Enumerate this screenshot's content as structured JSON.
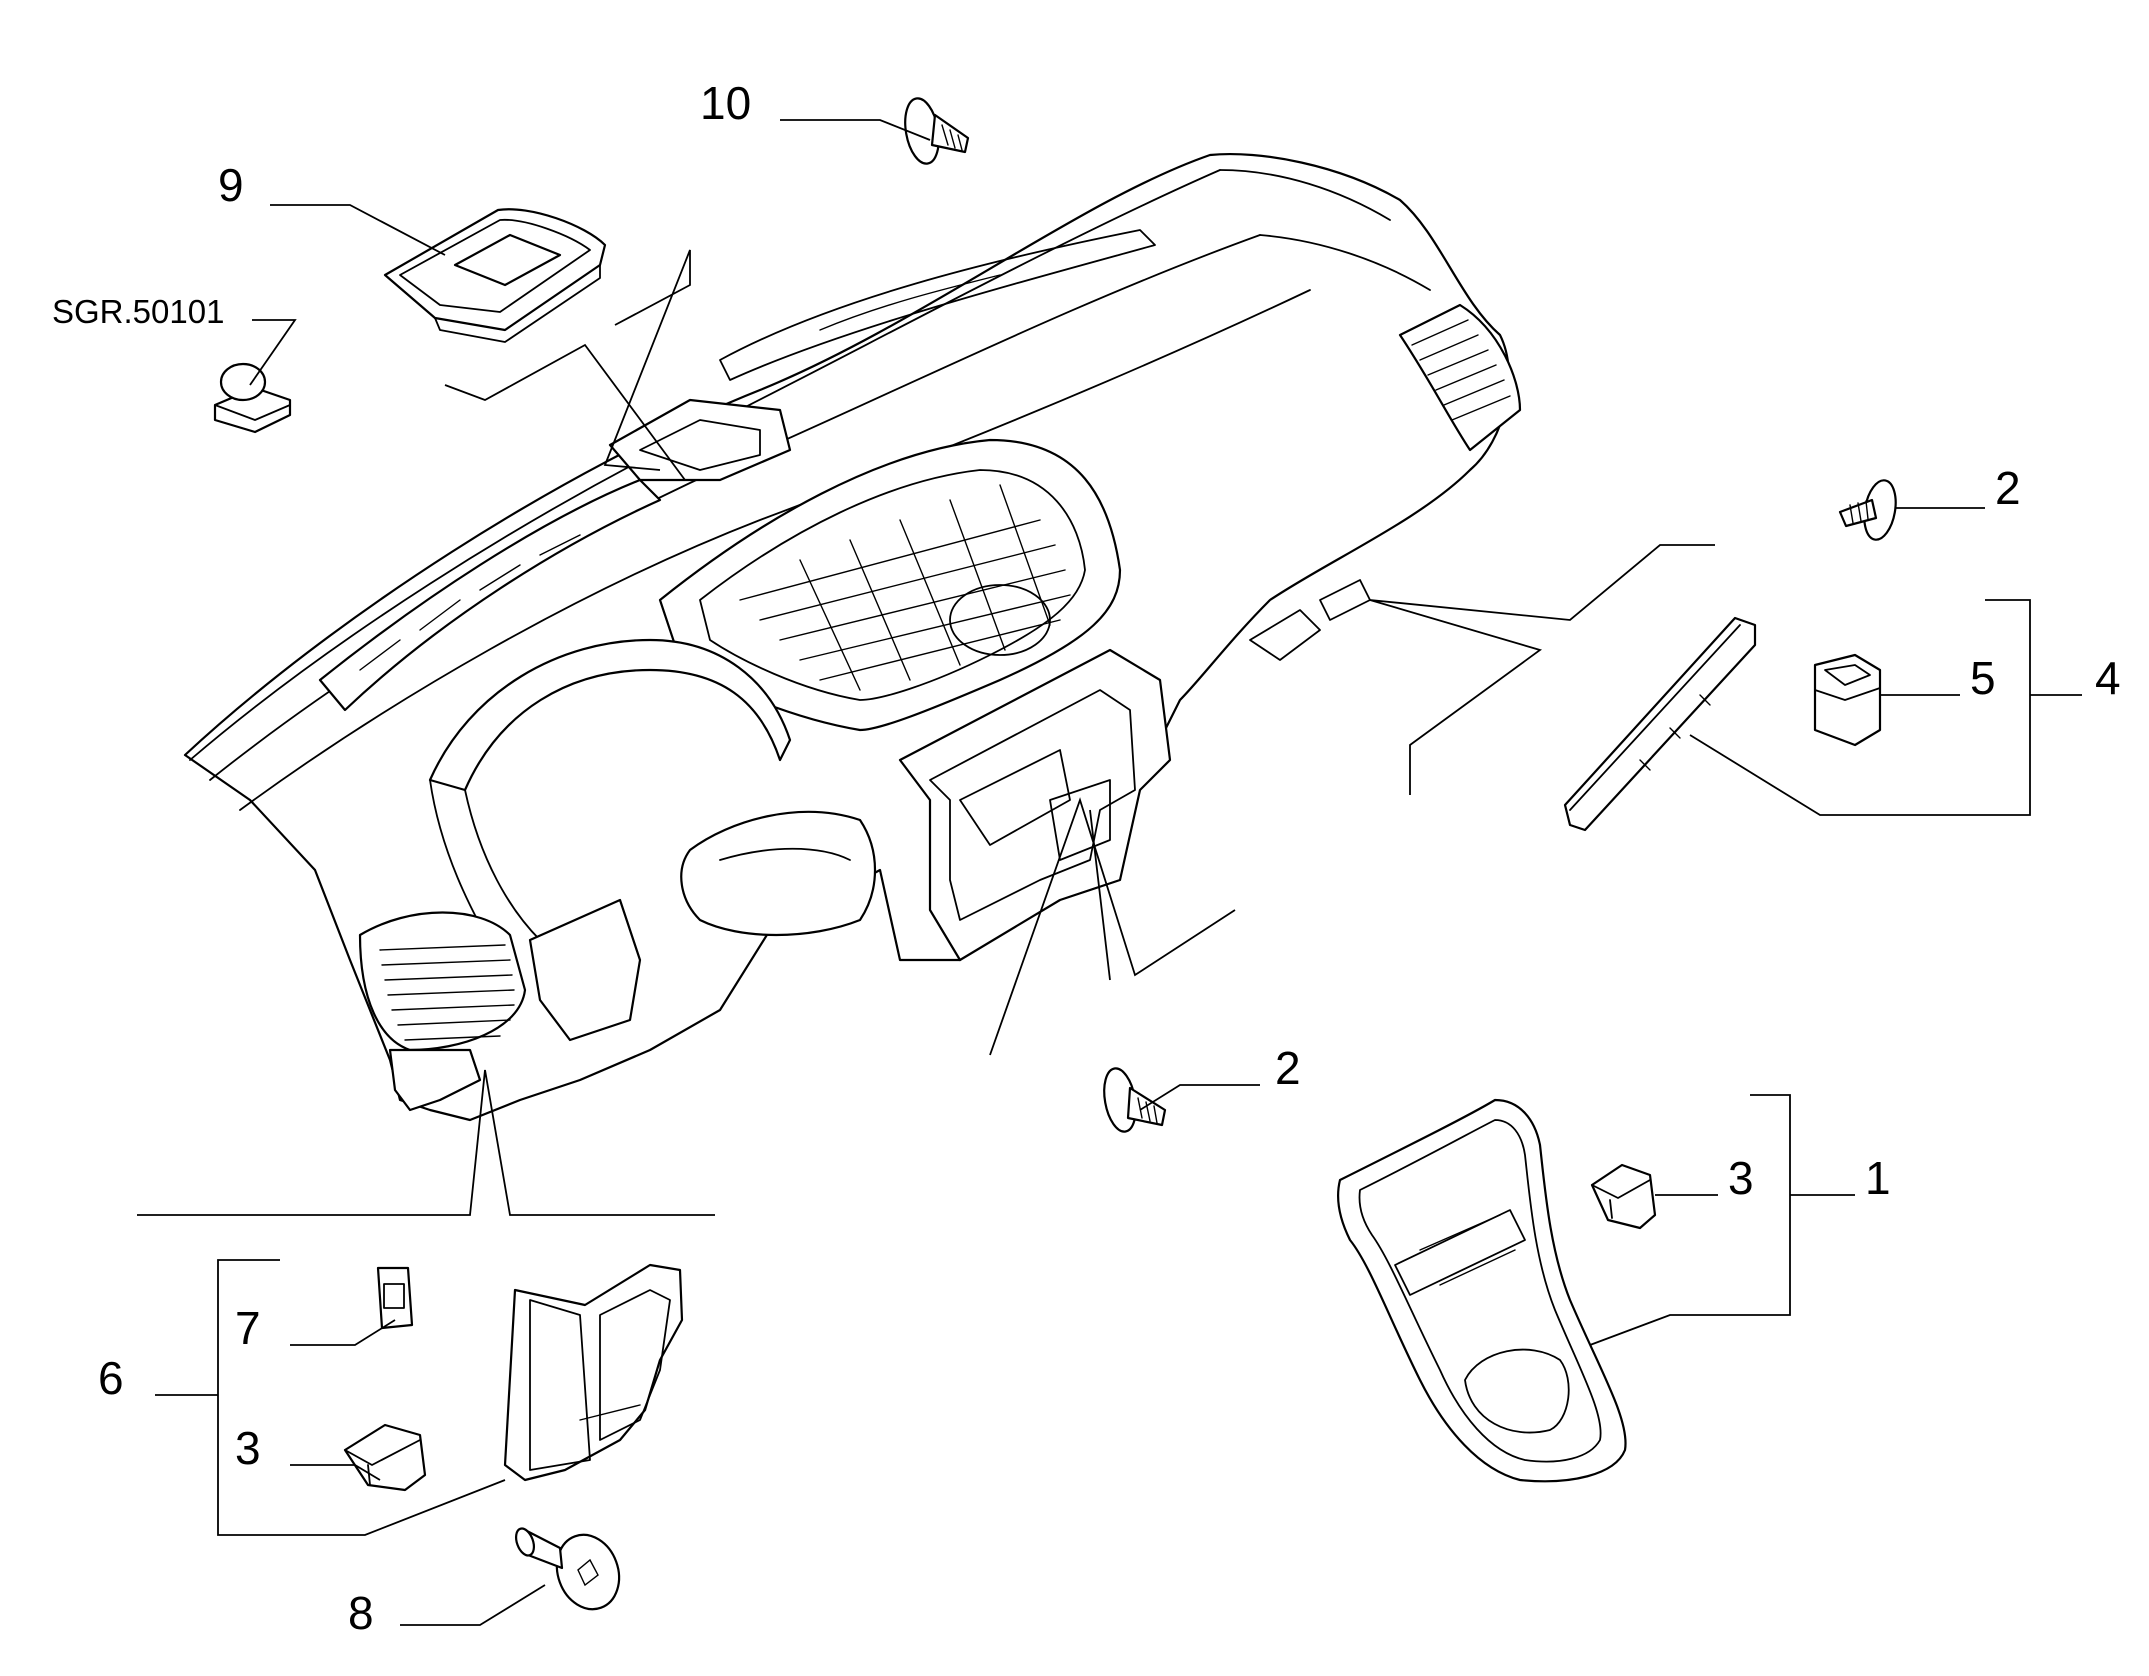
{
  "callouts": {
    "part_10": "10",
    "part_9": "9",
    "ref_sgr": "SGR.50101",
    "part_2_top": "2",
    "part_5": "5",
    "part_4": "4",
    "part_2_mid": "2",
    "part_3_right": "3",
    "part_1": "1",
    "part_7": "7",
    "part_6": "6",
    "part_3_left": "3",
    "part_8": "8"
  },
  "colors": {
    "line": "#000000",
    "background": "#ffffff"
  }
}
